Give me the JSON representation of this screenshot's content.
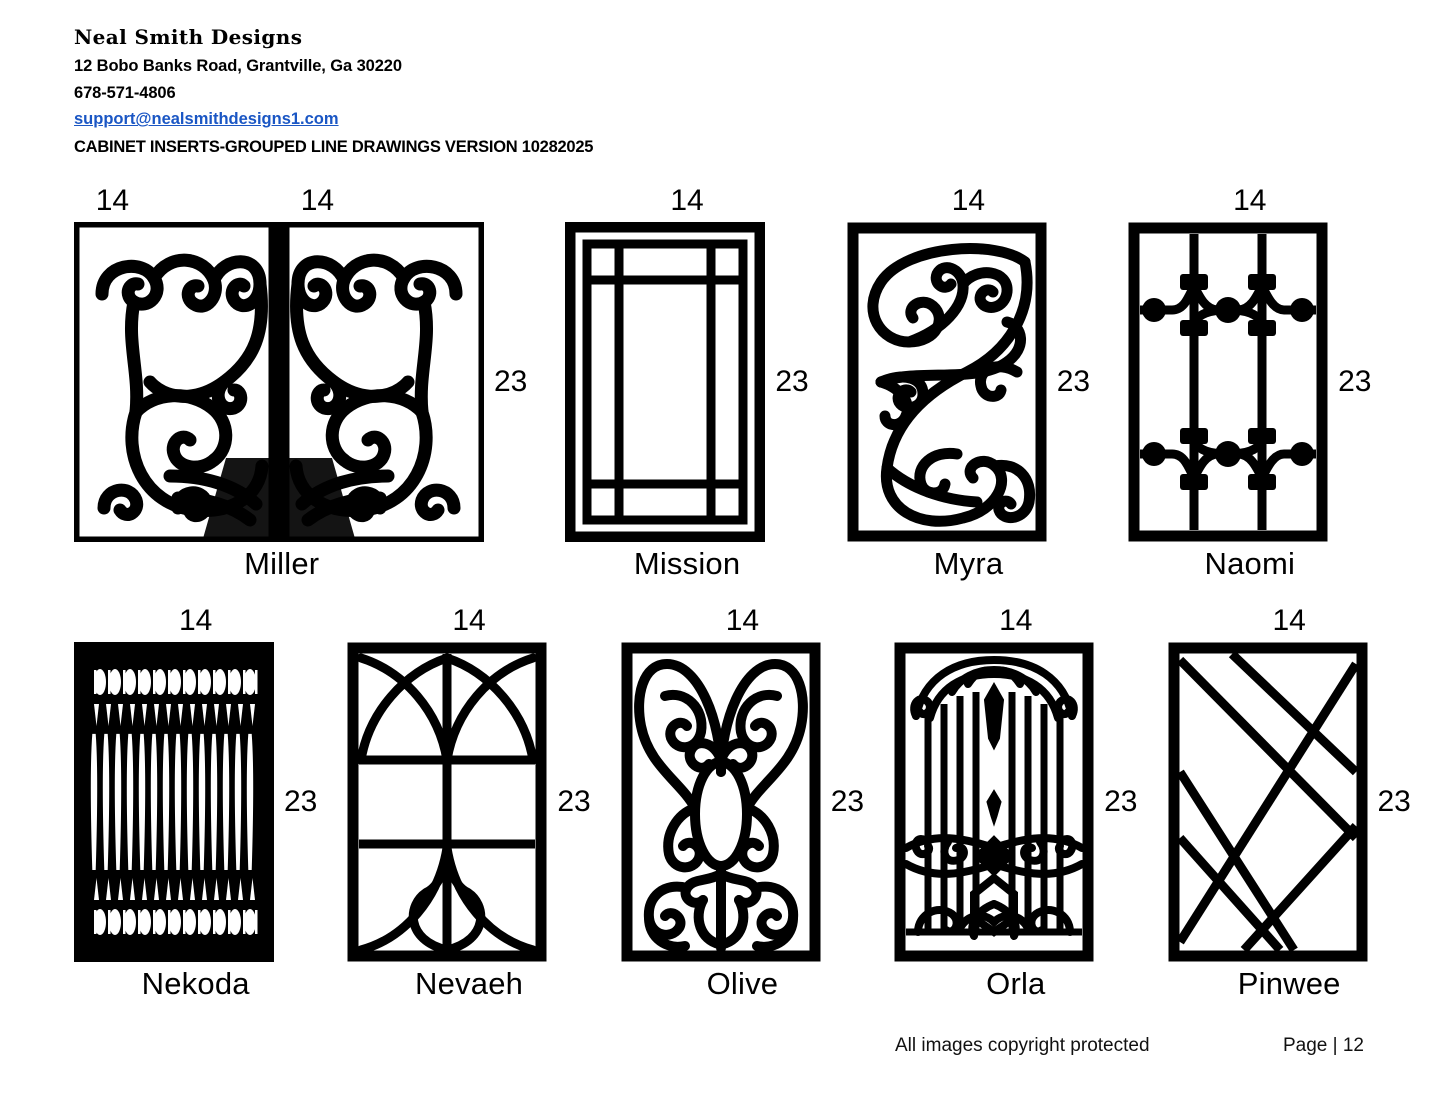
{
  "header": {
    "company_name": "Neal Smith Designs",
    "address": "12 Bobo Banks Road, Grantville, Ga 30220",
    "phone": "678-571-4806",
    "email": "support@nealsmithdesigns1.com",
    "catalog_title": "CABINET INSERTS-GROUPED LINE DRAWINGS VERSION 10282025",
    "email_color": "#1a56c4"
  },
  "dimensions": {
    "width_label": "14",
    "height_label": "23"
  },
  "rows": [
    {
      "designs": [
        {
          "name": "Miller",
          "width": "14",
          "height": "23",
          "style": "double-panel-scroll"
        },
        {
          "name": "Mission",
          "width": "14",
          "height": "23",
          "style": "geometric-frame"
        },
        {
          "name": "Myra",
          "width": "14",
          "height": "23",
          "style": "s-curve-scroll"
        },
        {
          "name": "Naomi",
          "width": "14",
          "height": "23",
          "style": "vertical-bars-nodes"
        }
      ]
    },
    {
      "designs": [
        {
          "name": "Nekoda",
          "width": "14",
          "height": "23",
          "style": "dense-spindles"
        },
        {
          "name": "Nevaeh",
          "width": "14",
          "height": "23",
          "style": "gothic-arches"
        },
        {
          "name": "Olive",
          "width": "14",
          "height": "23",
          "style": "symmetric-heart-scroll"
        },
        {
          "name": "Orla",
          "width": "14",
          "height": "23",
          "style": "ornate-crown-bars"
        },
        {
          "name": "Pinwee",
          "width": "14",
          "height": "23",
          "style": "diagonal-lattice"
        }
      ]
    }
  ],
  "footer": {
    "copyright": "All images copyright protected",
    "page": "Page | 12"
  }
}
